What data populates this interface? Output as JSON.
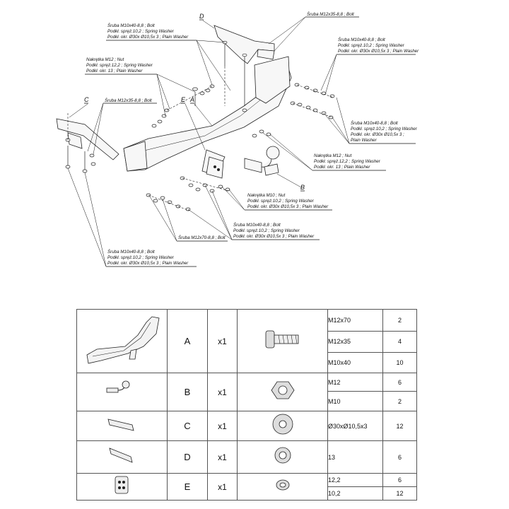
{
  "letters": {
    "A": "A",
    "B": "B",
    "C": "C",
    "D": "D",
    "E": "E"
  },
  "callouts": {
    "top_bolt_d": [
      "Śruba M12x35-8,8 ; Bolt"
    ],
    "left_bolt_washers": [
      "Śruba M10x40-8,8 ; Bolt",
      "Podkł. spręż.10,2 ; Spring Washer",
      "Podkł. okr. Ø30x Ø10,5x 3 ; Plain Washer"
    ],
    "left_nut": [
      "Nakrętka M12 ; Nut",
      "Podkł. spręż.12,2 ; Spring Washer",
      "Podkł. okr. 13 ; Plain Washer"
    ],
    "right_bolt_top": [
      "Śruba M10x40-8,8 ; Bolt",
      "Podkł. spręż.10,2 ; Spring Washer",
      "Podkł. okr. Ø30x Ø10,5x 3 ; Plain Washer"
    ],
    "c_bolt": [
      "Śruba M12x35-8,8 ; Bolt"
    ],
    "right_bolt_mid": [
      "Śruba M10x40-8,8 ; Bolt",
      "Podkł. spręż.10,2 ; Spring Washer",
      "Podkł. okr. Ø30x Ø10,5x 3 ;",
      "Plain Washer"
    ],
    "right_nut": [
      "Nakrętka M12 ; Nut",
      "Podkł. spręż.12,2 ; Spring Washer",
      "Podkł. okr. 13 ; Plain Washer"
    ],
    "nut_m10": [
      "Nakrętka M10 ; Nut",
      "Podkł. spręż.10,2 ; Spring Washer",
      "Podkł. okr. Ø30x Ø10,5x 3 ; Plain Washer"
    ],
    "bolt_m12x70": [
      "Śruba M12x70-8,8 ; Bolt"
    ],
    "bolt_bottom_mid": [
      "Śruba M10x40-8,8 ; Bolt",
      "Podkł. spręż.10,2 ; Spring Washer",
      "Podkł. okr. Ø30x Ø10,5x 3 ; Plain Washer"
    ],
    "bolt_bottom_left": [
      "Śruba M10x40-8,8 ; Bolt",
      "Podkł. spręż.10,2 ; Spring Washer",
      "Podkł. okr. Ø30x Ø10,5x 3 ; Plain Washer"
    ]
  },
  "parts_table": {
    "components": [
      {
        "letter": "A",
        "qty": "x1"
      },
      {
        "letter": "B",
        "qty": "x1"
      },
      {
        "letter": "C",
        "qty": "x1"
      },
      {
        "letter": "D",
        "qty": "x1"
      },
      {
        "letter": "E",
        "qty": "x1"
      }
    ],
    "hardware": [
      {
        "icon": "bolt",
        "items": [
          {
            "size": "M12x70",
            "qty": "2"
          },
          {
            "size": "M12x35",
            "qty": "4"
          },
          {
            "size": "M10x40",
            "qty": "10"
          }
        ]
      },
      {
        "icon": "nut",
        "items": [
          {
            "size": "M12",
            "qty": "6"
          },
          {
            "size": "M10",
            "qty": "2"
          }
        ]
      },
      {
        "icon": "large-washer",
        "items": [
          {
            "size": "Ø30xØ10,5x3",
            "qty": "12"
          }
        ]
      },
      {
        "icon": "washer",
        "items": [
          {
            "size": "13",
            "qty": "6"
          }
        ]
      },
      {
        "icon": "spring-washer",
        "items": [
          {
            "size": "12,2",
            "qty": "6"
          },
          {
            "size": "10,2",
            "qty": "12"
          }
        ]
      }
    ]
  }
}
